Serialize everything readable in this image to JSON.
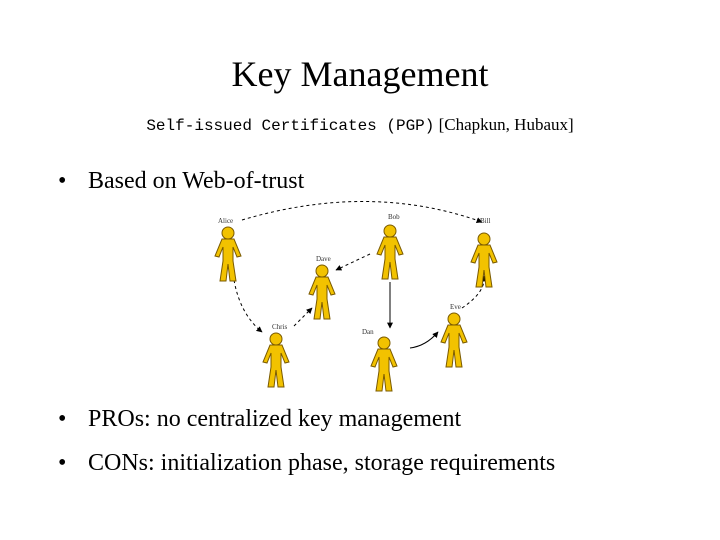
{
  "slide": {
    "title": "Key Management",
    "subtitle_mono": "Self-issued Certificates (PGP)",
    "subtitle_ref": "[Chapkun, Hubaux]",
    "bullet_symbol": "•",
    "bullets": [
      "Based on Web-of-trust",
      "PROs: no centralized key management",
      "CONs: initialization phase, storage requirements"
    ]
  },
  "diagram": {
    "figure_color": "#f2c200",
    "figure_outline": "#7a5a00",
    "users": [
      {
        "id": "alice",
        "label": "Alice"
      },
      {
        "id": "bob",
        "label": "Bob"
      },
      {
        "id": "bill",
        "label": "Bill"
      },
      {
        "id": "dave",
        "label": "Dave"
      },
      {
        "id": "chris",
        "label": "Chris"
      },
      {
        "id": "dan",
        "label": "Dan"
      },
      {
        "id": "eve",
        "label": "Eve"
      }
    ]
  }
}
